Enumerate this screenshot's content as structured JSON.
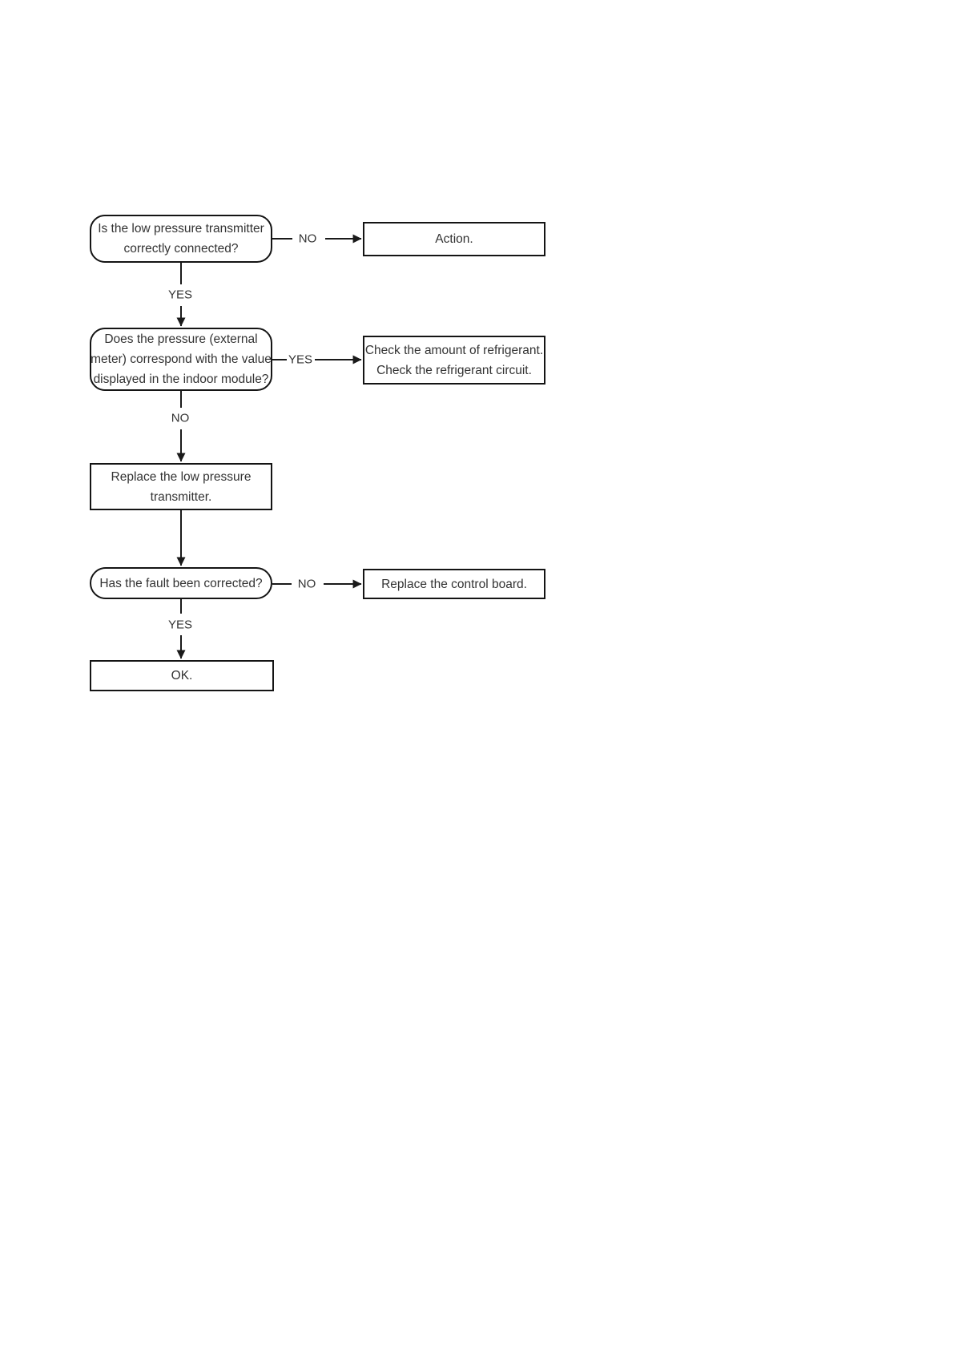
{
  "flowchart": {
    "nodes": {
      "q1": {
        "lines": [
          "Is the low pressure transmitter",
          "correctly connected?"
        ]
      },
      "action": {
        "lines": [
          "Action."
        ]
      },
      "q2": {
        "lines": [
          "Does the pressure (external",
          "meter) correspond with the value",
          "displayed in the indoor module?"
        ]
      },
      "check_refrigerant": {
        "lines": [
          "Check the amount of refrigerant.",
          "Check the refrigerant circuit."
        ]
      },
      "replace_transmitter": {
        "lines": [
          "Replace the low pressure",
          "transmitter."
        ]
      },
      "q3": {
        "lines": [
          "Has the fault been corrected?"
        ]
      },
      "replace_control_board": {
        "lines": [
          "Replace the control board."
        ]
      },
      "ok": {
        "lines": [
          "OK."
        ]
      }
    },
    "edge_labels": {
      "q1_no": "NO",
      "q1_yes": "YES",
      "q2_yes": "YES",
      "q2_no": "NO",
      "q3_no": "NO",
      "q3_yes": "YES"
    },
    "colors": {
      "line": "#1a1a1a",
      "text": "#333333",
      "background": "#ffffff"
    }
  }
}
